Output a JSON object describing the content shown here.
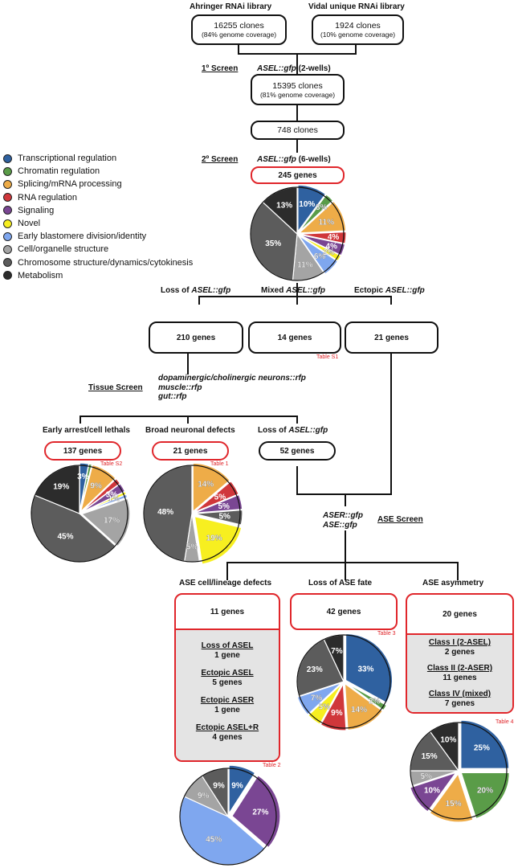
{
  "libraries": {
    "ahringer": {
      "title": "Ahringer RNAi library",
      "clones": "16255 clones",
      "coverage": "(84% genome coverage)"
    },
    "vidal": {
      "title": "Vidal unique RNAi library",
      "clones": "1924 clones",
      "coverage": "(10% genome coverage)"
    }
  },
  "screen1": {
    "label": "1º Screen",
    "reporter": "ASEL::gfp",
    "wells": "(2-wells)",
    "clones": "15395 clones",
    "coverage": "(81% genome coverage)",
    "after": "748 clones"
  },
  "screen2": {
    "label": "2º Screen",
    "reporter": "ASEL::gfp",
    "wells": "(6-wells)",
    "genes": "245 genes"
  },
  "legend": [
    {
      "label": "Transcriptional regulation",
      "color": "#2f61a0"
    },
    {
      "label": "Chromatin regulation",
      "color": "#5a9c48"
    },
    {
      "label": "Splicing/mRNA processing",
      "color": "#eeac48"
    },
    {
      "label": "RNA regulation",
      "color": "#d0373b"
    },
    {
      "label": "Signaling",
      "color": "#7a4693"
    },
    {
      "label": "Novel",
      "color": "#f7ef20"
    },
    {
      "label": "Early blastomere division/identity",
      "color": "#7fa7ef"
    },
    {
      "label": "Cell/organelle structure",
      "color": "#a4a4a4"
    },
    {
      "label": "Chromosome structure/dynamics/cytokinesis",
      "color": "#5c5c5c"
    },
    {
      "label": "Metabolism",
      "color": "#2c2c2c"
    }
  ],
  "categories": {
    "loss": {
      "prefix": "Loss of ",
      "reporter": "ASEL::gfp",
      "genes": "210 genes"
    },
    "mixed": {
      "prefix": "Mixed ",
      "reporter": "ASEL::gfp",
      "genes": "14 genes",
      "table": "Table S1"
    },
    "ectopic": {
      "prefix": "Ectopic ",
      "reporter": "ASEL::gfp",
      "genes": "21 genes"
    }
  },
  "tissue_screen": {
    "label": "Tissue Screen",
    "markers": [
      "dopaminergic/cholinergic neurons::rfp",
      "muscle::rfp",
      "gut::rfp"
    ]
  },
  "tissue_results": {
    "early": {
      "title": "Early arrest/cell lethals",
      "genes": "137 genes",
      "table": "Table S2"
    },
    "broad": {
      "title": "Broad neuronal defects",
      "genes": "21 genes",
      "table": "Table 1"
    },
    "loss": {
      "prefix": "Loss of ",
      "reporter": "ASEL::gfp",
      "genes": "52 genes"
    }
  },
  "ase_screen": {
    "label": "ASE Screen",
    "reporters": [
      "ASER::gfp",
      "ASE::gfp"
    ]
  },
  "ase_results": {
    "lineage": {
      "title": "ASE cell/lineage defects",
      "genes": "11 genes",
      "table": "Table 2",
      "subgroups": [
        {
          "name": "Loss of ASEL",
          "genes": "1 gene"
        },
        {
          "name": "Ectopic ASEL",
          "genes": "5 genes"
        },
        {
          "name": "Ectopic ASER",
          "genes": "1 gene"
        },
        {
          "name": "Ectopic ASEL+R",
          "genes": "4 genes"
        }
      ]
    },
    "fate": {
      "title": "Loss of ASE fate",
      "genes": "42 genes",
      "table": "Table 3"
    },
    "asym": {
      "title": "ASE asymmetry",
      "genes": "20 genes",
      "table": "Table 4",
      "subgroups": [
        {
          "name": "Class I (2-ASEL)",
          "genes": "2 genes"
        },
        {
          "name": "Class II (2-ASER)",
          "genes": "11 genes"
        },
        {
          "name": "Class IV (mixed)",
          "genes": "7 genes"
        }
      ]
    }
  },
  "chart_data": [
    {
      "type": "pie",
      "name": "2º Screen (245 genes)",
      "slices": [
        {
          "label": "10%",
          "value": 10,
          "color": "#2f61a0"
        },
        {
          "label": "3%",
          "value": 3,
          "color": "#5a9c48"
        },
        {
          "label": "11%",
          "value": 11,
          "color": "#eeac48"
        },
        {
          "label": "4%",
          "value": 4,
          "color": "#d0373b"
        },
        {
          "label": "4%",
          "value": 4,
          "color": "#7a4693"
        },
        {
          "label": "2%",
          "value": 2,
          "color": "#f7ef20"
        },
        {
          "label": "6%",
          "value": 6,
          "color": "#7fa7ef"
        },
        {
          "label": "11%",
          "value": 11,
          "color": "#a4a4a4"
        },
        {
          "label": "35%",
          "value": 35,
          "color": "#5c5c5c"
        },
        {
          "label": "13%",
          "value": 13,
          "color": "#2c2c2c"
        }
      ]
    },
    {
      "type": "pie",
      "name": "Early arrest/cell lethals (137 genes)",
      "slices": [
        {
          "label": "3%",
          "value": 3,
          "color": "#2f61a0"
        },
        {
          "label": "",
          "value": 1,
          "color": "#5a9c48"
        },
        {
          "label": "9%",
          "value": 9,
          "color": "#eeac48"
        },
        {
          "label": "",
          "value": 2,
          "color": "#d0373b"
        },
        {
          "label": "3%",
          "value": 3,
          "color": "#7a4693"
        },
        {
          "label": "1%",
          "value": 1,
          "color": "#f7ef20"
        },
        {
          "label": "",
          "value": 1,
          "color": "#7fa7ef"
        },
        {
          "label": "17%",
          "value": 17,
          "color": "#a4a4a4"
        },
        {
          "label": "45%",
          "value": 45,
          "color": "#5c5c5c"
        },
        {
          "label": "19%",
          "value": 19,
          "color": "#2c2c2c"
        }
      ]
    },
    {
      "type": "pie",
      "name": "Broad neuronal defects (21 genes)",
      "slices": [
        {
          "label": "14%",
          "value": 14,
          "color": "#eeac48"
        },
        {
          "label": "5%",
          "value": 5,
          "color": "#d0373b"
        },
        {
          "label": "5%",
          "value": 5,
          "color": "#7a4693"
        },
        {
          "label": "5%",
          "value": 5,
          "color": "#5c5c5c"
        },
        {
          "label": "19%",
          "value": 19,
          "color": "#f7ef20"
        },
        {
          "label": "5%",
          "value": 5,
          "color": "#a4a4a4"
        },
        {
          "label": "48%",
          "value": 48,
          "color": "#5c5c5c"
        }
      ]
    },
    {
      "type": "pie",
      "name": "Loss of ASE fate (42 genes)",
      "slices": [
        {
          "label": "33%",
          "value": 33,
          "color": "#2f61a0"
        },
        {
          "label": "2%",
          "value": 2,
          "color": "#5a9c48"
        },
        {
          "label": "14%",
          "value": 14,
          "color": "#eeac48"
        },
        {
          "label": "9%",
          "value": 9,
          "color": "#d0373b"
        },
        {
          "label": "5%",
          "value": 5,
          "color": "#f7ef20"
        },
        {
          "label": "7%",
          "value": 7,
          "color": "#7fa7ef"
        },
        {
          "label": "23%",
          "value": 23,
          "color": "#5c5c5c"
        },
        {
          "label": "7%",
          "value": 7,
          "color": "#2c2c2c"
        }
      ]
    },
    {
      "type": "pie",
      "name": "ASE cell/lineage defects (11 genes)",
      "slices": [
        {
          "label": "9%",
          "value": 9,
          "color": "#2f61a0"
        },
        {
          "label": "27%",
          "value": 27,
          "color": "#7a4693"
        },
        {
          "label": "45%",
          "value": 45,
          "color": "#7fa7ef"
        },
        {
          "label": "9%",
          "value": 9,
          "color": "#a4a4a4"
        },
        {
          "label": "9%",
          "value": 9,
          "color": "#5c5c5c"
        }
      ]
    },
    {
      "type": "pie",
      "name": "ASE asymmetry (20 genes)",
      "slices": [
        {
          "label": "25%",
          "value": 25,
          "color": "#2f61a0"
        },
        {
          "label": "20%",
          "value": 20,
          "color": "#5a9c48"
        },
        {
          "label": "15%",
          "value": 15,
          "color": "#eeac48"
        },
        {
          "label": "10%",
          "value": 10,
          "color": "#7a4693"
        },
        {
          "label": "5%",
          "value": 5,
          "color": "#a4a4a4"
        },
        {
          "label": "15%",
          "value": 15,
          "color": "#5c5c5c"
        },
        {
          "label": "10%",
          "value": 10,
          "color": "#2c2c2c"
        }
      ]
    }
  ]
}
